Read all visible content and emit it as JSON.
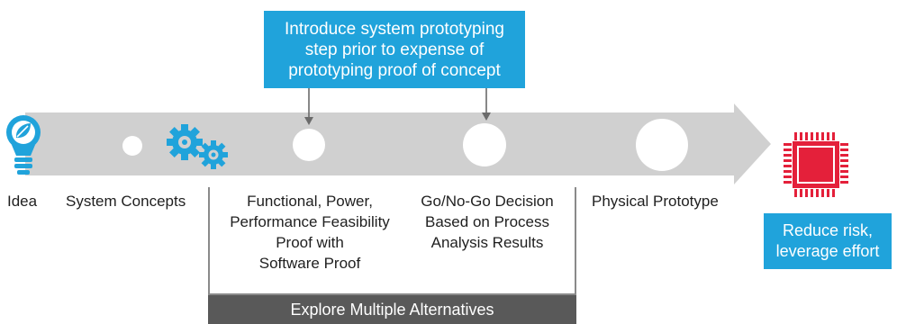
{
  "callout": {
    "text": "Introduce system prototyping step prior to expense of prototyping proof of concept"
  },
  "stages": {
    "idea": "Idea",
    "system_concepts": "System Concepts",
    "feasibility": {
      "line1": "Functional, Power,",
      "line2": "Performance Feasibility",
      "line3": "Proof with",
      "line4": "Software Proof"
    },
    "go_no_go": {
      "line1": "Go/No-Go Decision",
      "line2": "Based on Process",
      "line3": "Analysis Results"
    },
    "physical_prototype": "Physical Prototype"
  },
  "bottom_bar": {
    "label": "Explore Multiple Alternatives"
  },
  "result_box": {
    "line1": "Reduce risk,",
    "line2": "leverage effort"
  },
  "colors": {
    "accent_blue": "#20a3db",
    "arrow_gray": "#d0d0d0",
    "bar_dark": "#595959",
    "chip_red": "#e4203a"
  },
  "icons": {
    "start": "lightbulb-leaf-icon",
    "concepts": "gears-icon",
    "end": "microchip-icon"
  }
}
